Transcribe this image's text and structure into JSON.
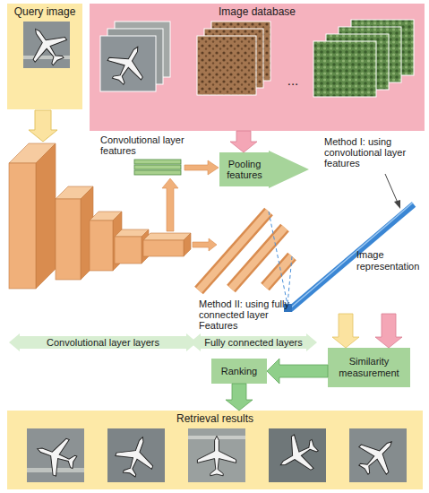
{
  "diagram": {
    "nodes": [
      {
        "text": [
          "Query image"
        ]
      },
      {
        "text": [
          "Image database"
        ]
      },
      {
        "text": [
          "Pooling features"
        ]
      },
      {
        "text": [
          "Image representation"
        ]
      },
      {
        "text": [
          "Convolutional layer layers"
        ]
      },
      {
        "text": [
          "Fully connected layers"
        ]
      },
      {
        "text": [
          "Similarity measurement"
        ]
      },
      {
        "text": [
          "Ranking"
        ]
      },
      {
        "text": [
          "Retrieval results"
        ]
      }
    ],
    "edges": [
      {
        "from": 1,
        "to": 2,
        "arrow": "to"
      },
      {
        "from": 3,
        "to": 6,
        "arrow": "to"
      },
      {
        "from": 3,
        "to": 6,
        "arrow": "to"
      },
      {
        "from": 6,
        "to": 7,
        "arrow": "to"
      },
      {
        "from": 7,
        "to": 8,
        "arrow": "to"
      }
    ],
    "labels": [
      "Convolutional layer features",
      "Method I: using convolutional layer features",
      "Method II: using fully connected layer Features",
      "..."
    ]
  }
}
